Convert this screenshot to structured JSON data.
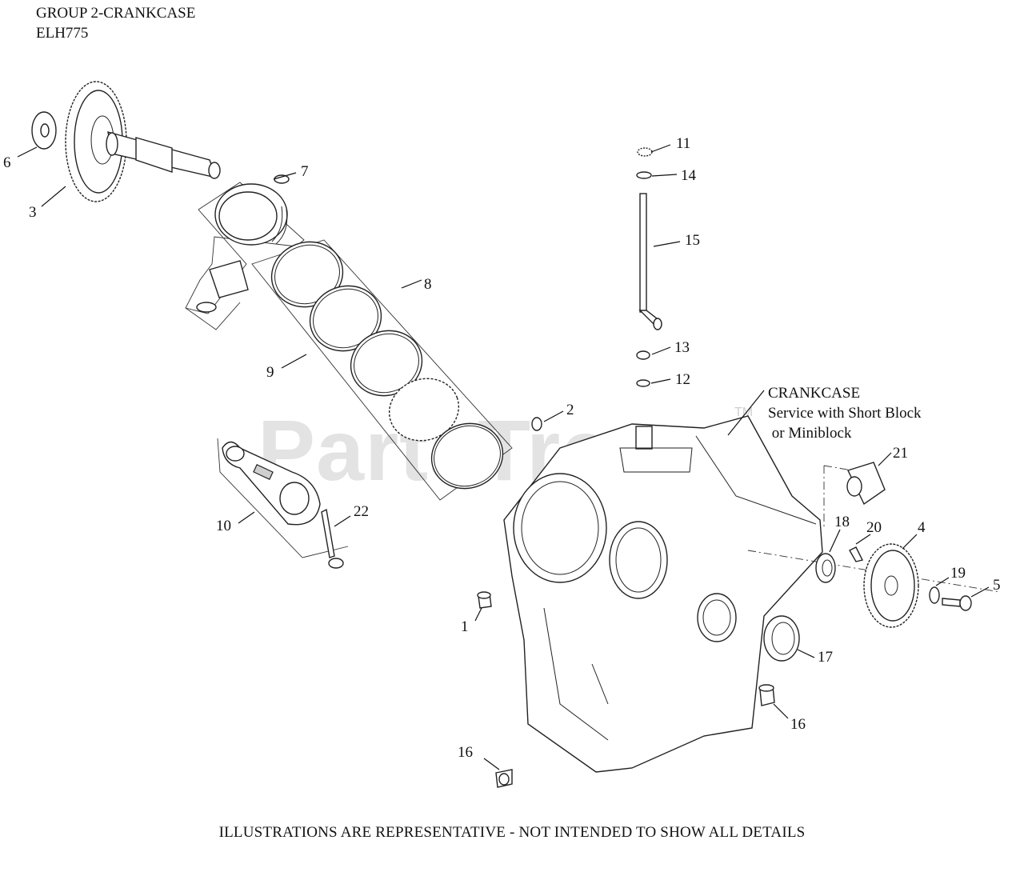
{
  "header": {
    "group_title": "GROUP 2-CRANKCASE",
    "model": "ELH775"
  },
  "watermark": {
    "text": "PartsTree",
    "tm": "TM"
  },
  "crankcase_note": {
    "line1": "CRANKCASE",
    "line2": "Service with Short Block",
    "line3": " or Miniblock"
  },
  "callouts": {
    "c1": "1",
    "c2": "2",
    "c3": "3",
    "c4": "4",
    "c5": "5",
    "c6": "6",
    "c7": "7",
    "c8": "8",
    "c9": "9",
    "c10": "10",
    "c11": "11",
    "c12": "12",
    "c13": "13",
    "c14": "14",
    "c15": "15",
    "c16a": "16",
    "c16b": "16",
    "c17": "17",
    "c18": "18",
    "c19": "19",
    "c20": "20",
    "c21": "21",
    "c22": "22"
  },
  "footer": {
    "disclaimer": "ILLUSTRATIONS ARE REPRESENTATIVE - NOT INTENDED TO SHOW ALL DETAILS"
  }
}
